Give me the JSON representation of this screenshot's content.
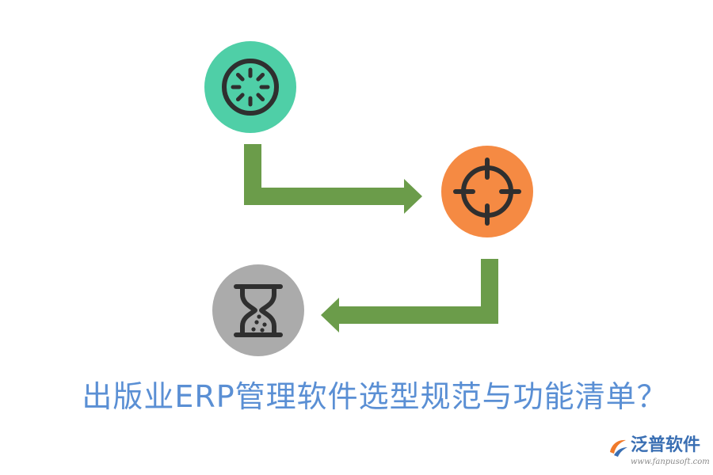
{
  "colors": {
    "arrow": "#6b9c4a",
    "teal": "#4fcfa7",
    "orange": "#f58a43",
    "gray": "#ababab",
    "icon": "#2f2f2f",
    "title": "#5a8fd4",
    "logo_orange": "#f07a2a",
    "logo_blue": "#3a6fb3",
    "logo_gray": "#8a8a8a"
  },
  "nodes": [
    {
      "id": "loading",
      "icon": "loading-spinner-icon",
      "color": "teal"
    },
    {
      "id": "target",
      "icon": "crosshair-target-icon",
      "color": "orange"
    },
    {
      "id": "timer",
      "icon": "hourglass-icon",
      "color": "gray"
    }
  ],
  "title": "出版业ERP管理软件选型规范与功能清单？",
  "logo": {
    "name": "泛普软件",
    "url": "www.fanpusoft.com"
  }
}
